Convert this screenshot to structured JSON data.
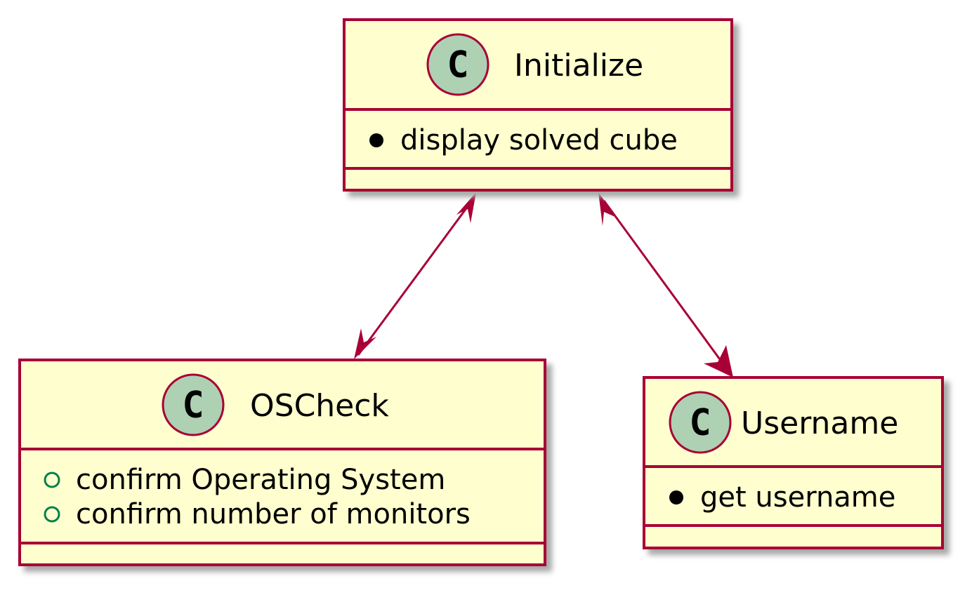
{
  "colors": {
    "class_fill": "#FEFECE",
    "border": "#A80036",
    "circle_fill": "#ADD1B2",
    "shadow": "#A8A8A8",
    "public_marker": "#038048"
  },
  "classes": [
    {
      "name": "Initialize",
      "stereotype_glyph": "C",
      "members": [
        {
          "marker": "bullet",
          "text": "display solved cube"
        }
      ]
    },
    {
      "name": "OSCheck",
      "stereotype_glyph": "C",
      "members": [
        {
          "marker": "public",
          "text": "confirm Operating System"
        },
        {
          "marker": "public",
          "text": "confirm number of monitors"
        }
      ]
    },
    {
      "name": "Username",
      "stereotype_glyph": "C",
      "members": [
        {
          "marker": "bullet",
          "text": "get username"
        }
      ]
    }
  ],
  "relations": [
    {
      "from": "Initialize",
      "to": "OSCheck",
      "type": "bidirectional-association"
    },
    {
      "from": "Initialize",
      "to": "Username",
      "type": "bidirectional-association"
    }
  ]
}
